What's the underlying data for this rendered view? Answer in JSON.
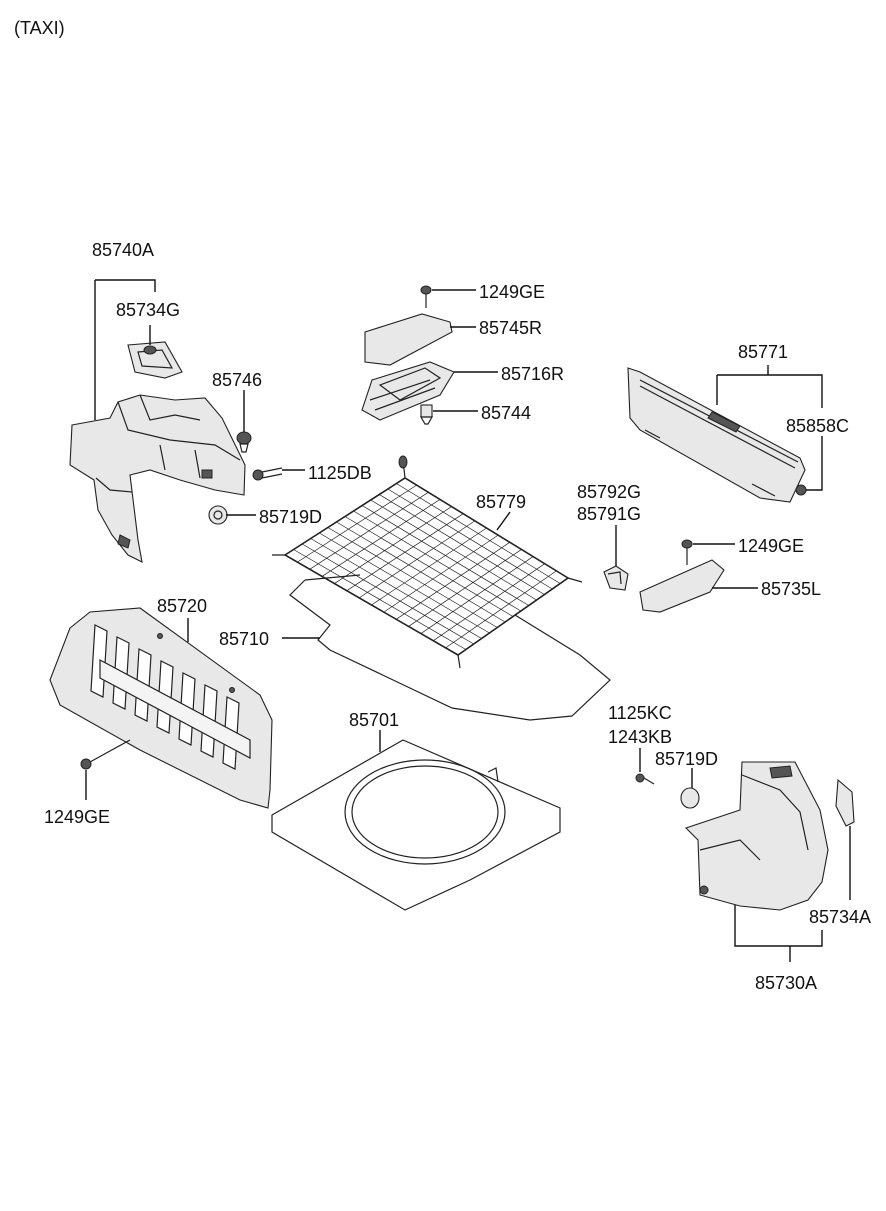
{
  "header": {
    "variant": "(TAXI)"
  },
  "labels": {
    "p85740A": "85740A",
    "p85734G": "85734G",
    "p85746": "85746",
    "p1125DB": "1125DB",
    "p85719D_left": "85719D",
    "p1249GE_top": "1249GE",
    "p85745R": "85745R",
    "p85716R": "85716R",
    "p85744": "85744",
    "p85771": "85771",
    "p85858C": "85858C",
    "p85779": "85779",
    "p85792G": "85792G",
    "p85791G": "85791G",
    "p1249GE_right": "1249GE",
    "p85735L": "85735L",
    "p85720": "85720",
    "p85710": "85710",
    "p85701": "85701",
    "p1249GE_left": "1249GE",
    "p1125KC": "1125KC",
    "p1243KB": "1243KB",
    "p85719D_right": "85719D",
    "p85734A": "85734A",
    "p85730A": "85730A"
  }
}
